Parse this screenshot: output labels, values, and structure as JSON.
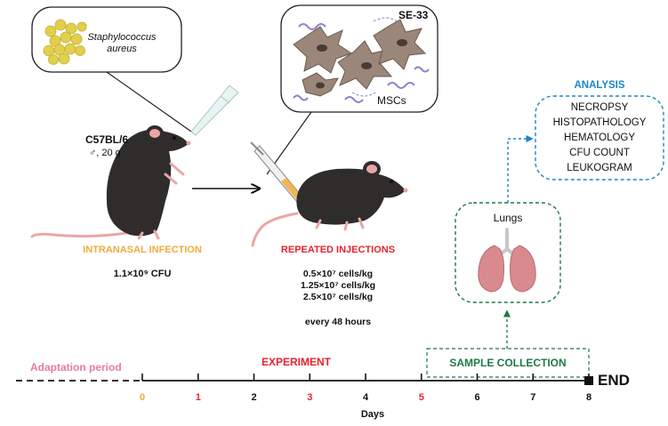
{
  "colors": {
    "infection_label": "#f2a93b",
    "injection_label": "#e8212e",
    "analysis_title": "#1a86c8",
    "sample_collection": "#1e7a45",
    "adaptation": "#e879a8",
    "experiment": "#e8212e",
    "day0": "#f2a93b",
    "day_red": "#e8212e",
    "mouse_body": "#2f2c2c",
    "mouse_ear": "#e9a7a4",
    "lung": "#d98a8f"
  },
  "bacteria_callout": {
    "species_line1": "Staphylococcus",
    "species_line2": "aureus"
  },
  "msc_callout": {
    "peptide": "SE-33",
    "cells": "MSCs"
  },
  "mouse_strain": {
    "strain": "C57BL/6",
    "details": "♂, 20 g"
  },
  "infection": {
    "label": "INTRANASAL INFECTION",
    "dose": "1.1×10⁹ CFU"
  },
  "injections": {
    "label": "REPEATED INJECTIONS",
    "doses": [
      "0.5×10⁷ cells/kg",
      "1.25×10⁷ cells/kg",
      "2.5×10⁷ cells/kg"
    ],
    "frequency": "every 48 hours"
  },
  "lungs_box": {
    "label": "Lungs"
  },
  "analysis": {
    "title": "ANALYSIS",
    "items": [
      "NECROPSY",
      "HISTOPATHOLOGY",
      "HEMATOLOGY",
      "CFU COUNT",
      "LEUKOGRAM"
    ]
  },
  "timeline": {
    "adaptation": "Adaptation period",
    "experiment": "EXPERIMENT",
    "sample_collection": "SAMPLE COLLECTION",
    "end": "END",
    "axis_label": "Days",
    "days": [
      "0",
      "1",
      "2",
      "3",
      "4",
      "5",
      "6",
      "7",
      "8"
    ]
  }
}
